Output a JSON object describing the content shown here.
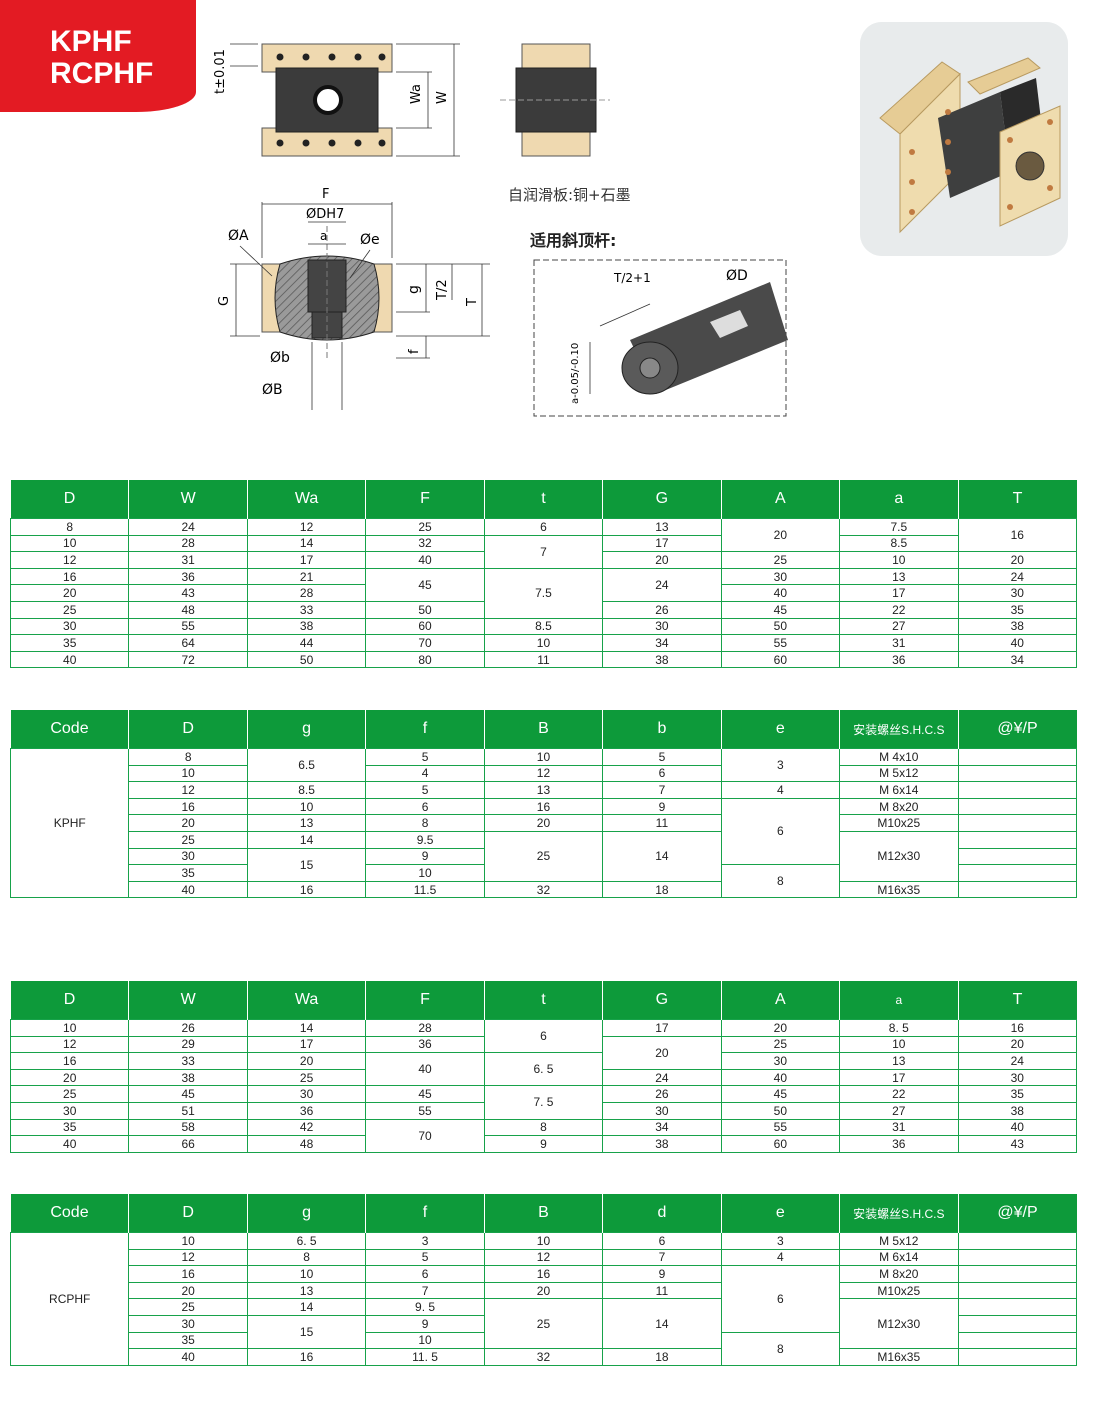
{
  "header": {
    "line1": "KPHF",
    "line2": "RCPHF"
  },
  "drawing": {
    "t_dim": "t±0.01",
    "wa": "Wa",
    "w": "W",
    "f": "F",
    "od_h7": "ØDH7",
    "oa": "ØA",
    "a": "a",
    "oe": "Øe",
    "g_upper": "G",
    "g": "g",
    "t_half": "T/2",
    "t": "T",
    "f_small": "f",
    "ob": "Øb",
    "obig_b": "ØB",
    "caption1": "自润滑板:铜+石墨",
    "caption2": "适用斜顶杆:",
    "pin_od": "ØD",
    "pin_t": "T/2+1",
    "pin_a": "a-0.05/-0.10"
  },
  "table1": {
    "headers": [
      "D",
      "W",
      "Wa",
      "F",
      "t",
      "G",
      "A",
      "a",
      "T"
    ],
    "rows": [
      [
        "8",
        "24",
        "12",
        "25",
        "6",
        "13",
        "20",
        "7.5",
        "16"
      ],
      [
        "10",
        "28",
        "14",
        "32",
        "7",
        "17",
        "",
        "8.5",
        ""
      ],
      [
        "12",
        "31",
        "17",
        "40",
        "",
        "20",
        "25",
        "10",
        "20"
      ],
      [
        "16",
        "36",
        "21",
        "45",
        "7.5",
        "24",
        "30",
        "13",
        "24"
      ],
      [
        "20",
        "43",
        "28",
        "",
        "",
        "",
        "40",
        "17",
        "30"
      ],
      [
        "25",
        "48",
        "33",
        "50",
        "",
        "26",
        "45",
        "22",
        "35"
      ],
      [
        "30",
        "55",
        "38",
        "60",
        "8.5",
        "30",
        "50",
        "27",
        "38"
      ],
      [
        "35",
        "64",
        "44",
        "70",
        "10",
        "34",
        "55",
        "31",
        "40"
      ],
      [
        "40",
        "72",
        "50",
        "80",
        "11",
        "38",
        "60",
        "36",
        "34"
      ]
    ]
  },
  "table2": {
    "headers": [
      "Code",
      "D",
      "g",
      "f",
      "B",
      "b",
      "e",
      "安装螺丝S.H.C.S",
      "@¥/P"
    ],
    "code": "KPHF",
    "rows": [
      [
        "8",
        "6.5",
        "5",
        "10",
        "5",
        "3",
        "M 4x10"
      ],
      [
        "10",
        "",
        "4",
        "12",
        "6",
        "",
        "M 5x12"
      ],
      [
        "12",
        "8.5",
        "5",
        "13",
        "7",
        "4",
        "M 6x14"
      ],
      [
        "16",
        "10",
        "6",
        "16",
        "9",
        "6",
        "M 8x20"
      ],
      [
        "20",
        "13",
        "8",
        "20",
        "11",
        "",
        "M10x25"
      ],
      [
        "25",
        "14",
        "9.5",
        "25",
        "14",
        "",
        "M12x30"
      ],
      [
        "30",
        "15",
        "9",
        "",
        "",
        "",
        ""
      ],
      [
        "35",
        "",
        "10",
        "",
        "",
        "8",
        ""
      ],
      [
        "40",
        "16",
        "11.5",
        "32",
        "18",
        "",
        "M16x35"
      ]
    ]
  },
  "table3": {
    "headers": [
      "D",
      "W",
      "Wa",
      "F",
      "t",
      "G",
      "A",
      "a",
      "T"
    ],
    "rows": [
      [
        "10",
        "26",
        "14",
        "28",
        "6",
        "17",
        "20",
        "8. 5",
        "16"
      ],
      [
        "12",
        "29",
        "17",
        "36",
        "",
        "20",
        "25",
        "10",
        "20"
      ],
      [
        "16",
        "33",
        "20",
        "40",
        "6. 5",
        "",
        "30",
        "13",
        "24"
      ],
      [
        "20",
        "38",
        "25",
        "",
        "",
        "24",
        "40",
        "17",
        "30"
      ],
      [
        "25",
        "45",
        "30",
        "45",
        "7. 5",
        "26",
        "45",
        "22",
        "35"
      ],
      [
        "30",
        "51",
        "36",
        "55",
        "",
        "30",
        "50",
        "27",
        "38"
      ],
      [
        "35",
        "58",
        "42",
        "70",
        "8",
        "34",
        "55",
        "31",
        "40"
      ],
      [
        "40",
        "66",
        "48",
        "",
        "9",
        "38",
        "60",
        "36",
        "43"
      ]
    ]
  },
  "table4": {
    "headers": [
      "Code",
      "D",
      "g",
      "f",
      "B",
      "d",
      "e",
      "安装螺丝S.H.C.S",
      "@¥/P"
    ],
    "code": "RCPHF",
    "rows": [
      [
        "10",
        "6. 5",
        "3",
        "10",
        "6",
        "3",
        "M 5x12"
      ],
      [
        "12",
        "8",
        "5",
        "12",
        "7",
        "4",
        "M 6x14"
      ],
      [
        "16",
        "10",
        "6",
        "16",
        "9",
        "6",
        "M 8x20"
      ],
      [
        "20",
        "13",
        "7",
        "20",
        "11",
        "",
        "M10x25"
      ],
      [
        "25",
        "14",
        "9. 5",
        "25",
        "14",
        "",
        "M12x30"
      ],
      [
        "30",
        "15",
        "9",
        "",
        "",
        "",
        ""
      ],
      [
        "35",
        "",
        "10",
        "",
        "",
        "8",
        ""
      ],
      [
        "40",
        "16",
        "11. 5",
        "32",
        "18",
        "",
        "M16x35"
      ]
    ]
  }
}
